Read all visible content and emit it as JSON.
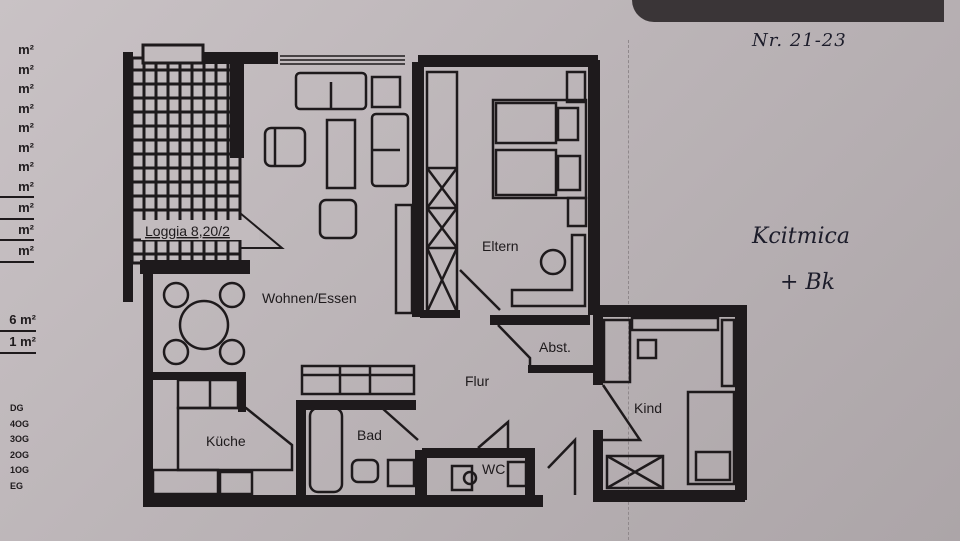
{
  "area_column": {
    "units": [
      "m²",
      "m²",
      "m²",
      "m²",
      "m²",
      "m²",
      "m²",
      "m²",
      "m²",
      "m²",
      "m²"
    ],
    "totals": [
      "6 m²",
      "1 m²"
    ]
  },
  "floor_legend": [
    "DG",
    "4OG",
    "3OG",
    "2OG",
    "1OG",
    "EG"
  ],
  "handwritten": {
    "number": "Nr. 21-23",
    "note_line1": "Kcitmica",
    "note_line2": "+ Bk"
  },
  "rooms": {
    "loggia": "Loggia 8,20/2",
    "wohnen": "Wohnen/Essen",
    "eltern": "Eltern",
    "abst": "Abst.",
    "flur": "Flur",
    "kind": "Kind",
    "kueche": "Küche",
    "bad": "Bad",
    "wc": "WC"
  },
  "colors": {
    "ink": "#1e1a1c",
    "paper": "#c2bbbe"
  }
}
